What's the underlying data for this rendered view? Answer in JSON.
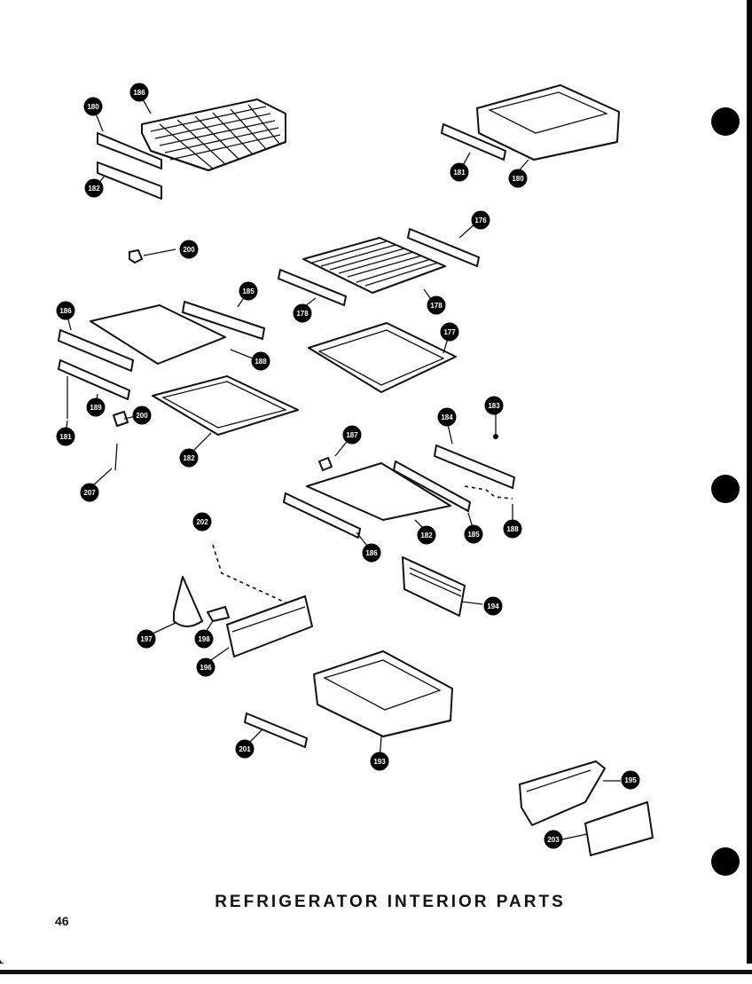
{
  "title": "REFRIGERATOR INTERIOR PARTS",
  "page_number": "46",
  "callouts": [
    {
      "label": "180"
    },
    {
      "label": "186"
    },
    {
      "label": "182"
    },
    {
      "label": "181"
    },
    {
      "label": "180"
    },
    {
      "label": "200"
    },
    {
      "label": "176"
    },
    {
      "label": "178"
    },
    {
      "label": "178"
    },
    {
      "label": "186"
    },
    {
      "label": "185"
    },
    {
      "label": "188"
    },
    {
      "label": "177"
    },
    {
      "label": "189"
    },
    {
      "label": "200"
    },
    {
      "label": "181"
    },
    {
      "label": "182"
    },
    {
      "label": "207"
    },
    {
      "label": "187"
    },
    {
      "label": "184"
    },
    {
      "label": "183"
    },
    {
      "label": "186"
    },
    {
      "label": "182"
    },
    {
      "label": "185"
    },
    {
      "label": "188"
    },
    {
      "label": "202"
    },
    {
      "label": "194"
    },
    {
      "label": "197"
    },
    {
      "label": "198"
    },
    {
      "label": "196"
    },
    {
      "label": "201"
    },
    {
      "label": "193"
    },
    {
      "label": "195"
    },
    {
      "label": "203"
    }
  ]
}
